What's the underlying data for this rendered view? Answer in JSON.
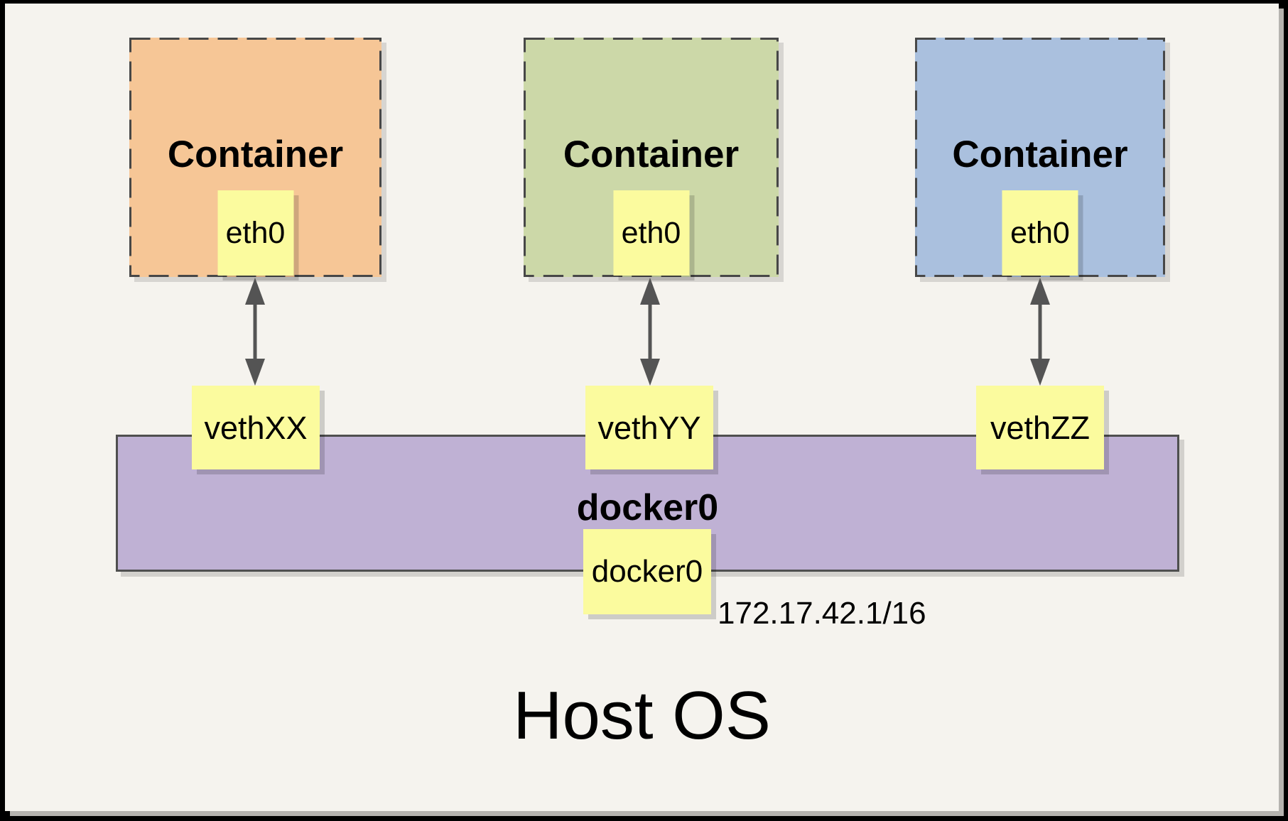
{
  "diagram": {
    "host_os_label": "Host OS",
    "bridge": {
      "name": "docker0",
      "interface_box": "docker0",
      "ip": "172.17.42.1/16"
    },
    "containers": [
      {
        "title": "Container",
        "interface": "eth0",
        "veth": "vethXX"
      },
      {
        "title": "Container",
        "interface": "eth0",
        "veth": "vethYY"
      },
      {
        "title": "Container",
        "interface": "eth0",
        "veth": "vethZZ"
      }
    ]
  },
  "colors": {
    "container-orange": "#f6c696",
    "container-green": "#ccd8a8",
    "container-blue": "#aac0de",
    "note-yellow": "#fbfb9e",
    "bridge-purple": "#bfb1d4",
    "canvas-bg": "#f5f3ee",
    "stroke-gray": "#4a4a4a",
    "arrow-gray": "#545454",
    "frame-black": "#000000"
  }
}
